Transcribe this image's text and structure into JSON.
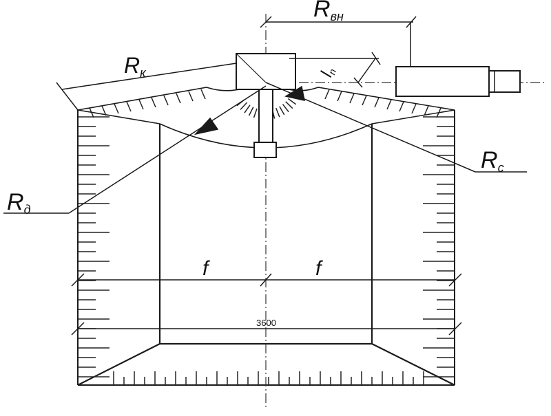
{
  "labels": {
    "r_vn": {
      "main": "R",
      "sub": "вн"
    },
    "r_k": {
      "main": "R",
      "sub": "к"
    },
    "r_d": {
      "main": "R",
      "sub": "д"
    },
    "r_c": {
      "main": "R",
      "sub": "c"
    },
    "l_n": {
      "main": "l",
      "sub": "n"
    },
    "f_left": "f",
    "f_right": "f",
    "width": "3600"
  },
  "colors": {
    "line": "#1a1a1a",
    "tick": "#222222",
    "axis": "#333333"
  }
}
